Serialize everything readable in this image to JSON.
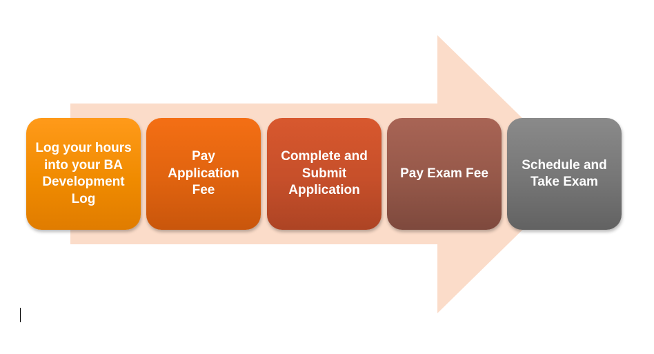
{
  "diagram": {
    "arrow_color": "#fbdcc9",
    "steps": [
      {
        "lines": [
          "Log your hours",
          "into your BA",
          "Development",
          "Log"
        ],
        "color": "#f08b00"
      },
      {
        "lines": [
          "Pay",
          "Application",
          "Fee"
        ],
        "color": "#e0630f"
      },
      {
        "lines": [
          "Complete and",
          "Submit",
          "Application"
        ],
        "color": "#c64f2a"
      },
      {
        "lines": [
          "Pay Exam Fee"
        ],
        "color": "#955849"
      },
      {
        "lines": [
          "Schedule and",
          "Take Exam"
        ],
        "color": "#767676"
      }
    ]
  }
}
